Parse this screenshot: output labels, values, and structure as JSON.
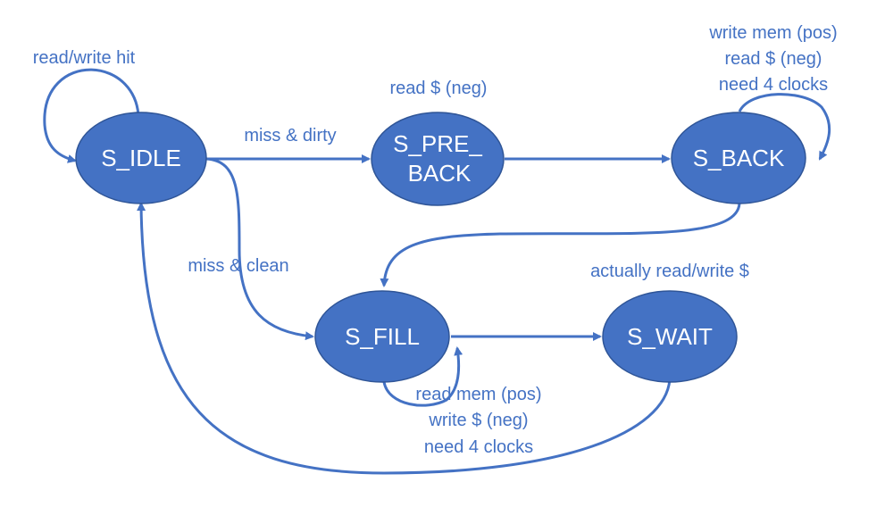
{
  "colors": {
    "node_fill": "#4472C4",
    "node_text": "#FFFFFF",
    "edge": "#4472C4",
    "label_text": "#4472C4",
    "background": "#FFFFFF"
  },
  "nodes": {
    "s_idle": {
      "label": "S_IDLE"
    },
    "s_pre_back": {
      "label_line1": "S_PRE_",
      "label_line2": "BACK"
    },
    "s_back": {
      "label": "S_BACK"
    },
    "s_fill": {
      "label": "S_FILL"
    },
    "s_wait": {
      "label": "S_WAIT"
    }
  },
  "edges": {
    "idle_self": {
      "label": "read/write hit"
    },
    "idle_to_pre_back": {
      "label": "miss & dirty"
    },
    "idle_to_fill": {
      "label": "miss & clean"
    },
    "pre_back_self_note": {
      "label": "read $ (neg)"
    },
    "back_self": {
      "lines": [
        "write mem (pos)",
        "read $ (neg)",
        "need 4 clocks"
      ]
    },
    "fill_self": {
      "lines": [
        "read mem (pos)",
        "write $ (neg)",
        "need 4 clocks"
      ]
    },
    "wait_note": {
      "label": "actually read/write $"
    }
  }
}
